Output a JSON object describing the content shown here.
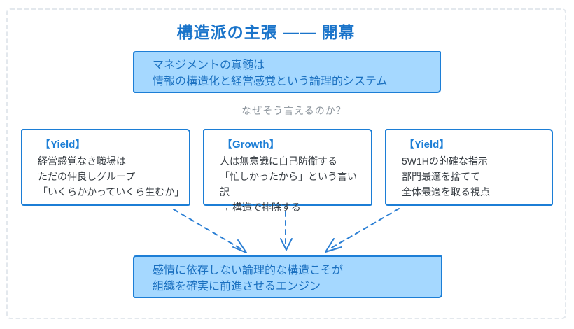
{
  "title": "構造派の主張 —— 開幕",
  "thesis": {
    "line1": "マネジメントの真髄は",
    "line2": "情報の構造化と経営感覚という論理的システム"
  },
  "question": "なぜそう言えるのか？",
  "reasons": [
    {
      "tag": "【Yield】",
      "lines": [
        "経営感覚なき職場は",
        "ただの仲良しグループ",
        "「いくらかかっていくら生むか」"
      ]
    },
    {
      "tag": "【Growth】",
      "lines": [
        "人は無意識に自己防衛する",
        "「忙しかったから」という言い訳",
        "→ 構造で排除する"
      ]
    },
    {
      "tag": "【Yield】",
      "lines": [
        "5W1Hの的確な指示",
        "部門最適を捨てて",
        "全体最適を取る視点"
      ]
    }
  ],
  "conclusion": {
    "line1": "感情に依存しない論理的な構造こそが",
    "line2": "組織を確実に前進させるエンジン"
  },
  "colors": {
    "accent_blue": "#1c7ed6",
    "box_fill_light_blue": "#a5d8ff",
    "box_text_blue": "#1a70c0",
    "title_blue": "#1a74ca",
    "body_text": "#33393f",
    "question_gray": "#8d959d",
    "frame_dash_gray": "#e3e8ed"
  }
}
